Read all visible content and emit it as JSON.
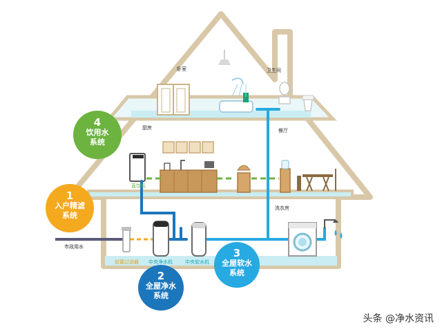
{
  "rooms": {
    "bedroom": "卧室",
    "bathroom": "卫生间",
    "kitchen": "厨房",
    "dining": "餐厅",
    "laundry": "洗衣房"
  },
  "devices": {
    "drinking_machine": "直饮机",
    "city_water": "市政用水",
    "pre_filter": "前置过滤器",
    "central_purifier": "中央净水机",
    "central_softener": "中央软水机"
  },
  "systems": [
    {
      "number": "1",
      "line1": "入户精滤",
      "line2": "系统",
      "color": "#f4a91e"
    },
    {
      "number": "2",
      "line1": "全屋净水",
      "line2": "系统",
      "color": "#1c76bc"
    },
    {
      "number": "3",
      "line1": "全屋软水",
      "line2": "系统",
      "color": "#27a9e1"
    },
    {
      "number": "4",
      "line1": "饮用水",
      "line2": "系统",
      "color": "#6cb33f"
    }
  ],
  "watermark": "头条 @净水资讯",
  "colors": {
    "house_outline": "#d8c8a8",
    "floor": "#c9edf2",
    "pipe_purified": "#1c76bc",
    "pipe_soft": "#27a9e1",
    "pipe_drinking": "#6cb33f",
    "pipe_city": "#5a5a78",
    "pipe_prefilter": "#f4a91e"
  }
}
